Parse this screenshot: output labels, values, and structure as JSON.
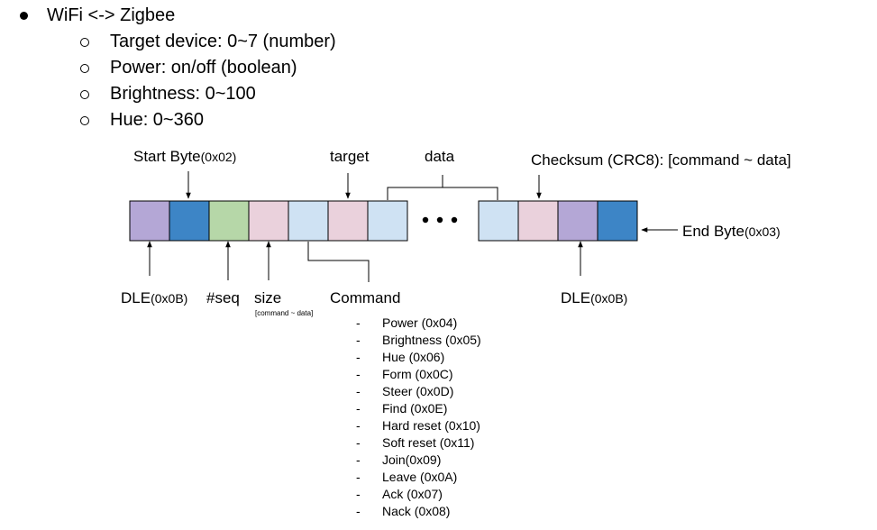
{
  "bullets": {
    "title": "WiFi <-> Zigbee",
    "items": [
      {
        "text": "Target device: 0~7 (number)"
      },
      {
        "text": "Power: on/off (boolean)"
      },
      {
        "text": "Brightness: 0~100"
      },
      {
        "text": "Hue: 0~360"
      }
    ]
  },
  "labels": {
    "start_byte": "Start Byte",
    "start_byte_code": "(0x02)",
    "target": "target",
    "data": "data",
    "checksum": "Checksum (CRC8): [command ~ data]",
    "end_byte": "End Byte",
    "end_byte_code": "(0x03)",
    "dle": "DLE",
    "dle_code": "(0x0B)",
    "seq": "#seq",
    "size": "size",
    "size_note": "[command ~ data]",
    "command": "Command",
    "dle_right": "DLE",
    "dle_right_code": "(0x0B)"
  },
  "colors": {
    "purple": "#b4a7d6",
    "blue": "#3d85c6",
    "green": "#b6d7a8",
    "pink": "#ead1dc",
    "lightblue": "#cfe2f3"
  },
  "cells_left": [
    "purple",
    "blue",
    "green",
    "pink",
    "lightblue",
    "pink",
    "lightblue"
  ],
  "cells_right": [
    "lightblue",
    "pink",
    "purple",
    "blue"
  ],
  "commands": [
    "Power (0x04)",
    "Brightness (0x05)",
    "Hue (0x06)",
    "Form (0x0C)",
    "Steer (0x0D)",
    "Find (0x0E)",
    "Hard reset (0x10)",
    "Soft reset (0x11)",
    "Join(0x09)",
    "Leave (0x0A)",
    "Ack (0x07)",
    "Nack (0x08)"
  ]
}
